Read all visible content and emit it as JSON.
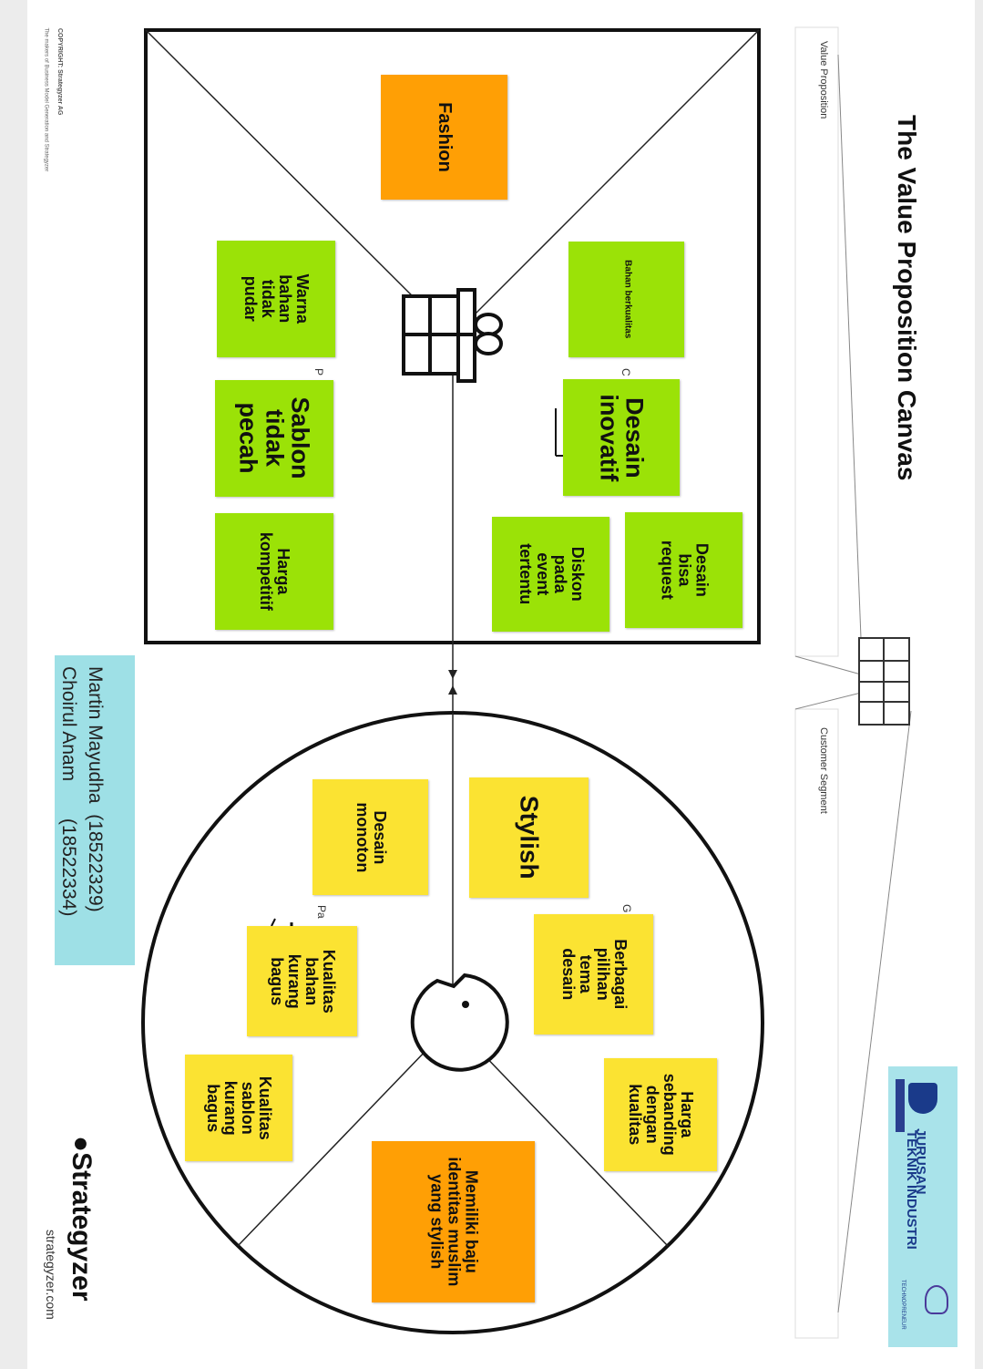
{
  "canvas": {
    "title": "The Value Proposition Canvas",
    "vp_label": "Value Proposition",
    "cs_label": "Customer Segment",
    "copyright_line1": "COPYRIGHT: Strategyzer AG",
    "copyright_line2": "The makers of Business Model Generation and Strategyzer",
    "brand": "Strategyzer",
    "brand_url": "strategyzer.com"
  },
  "logo": {
    "line1": "JURUSAN",
    "line2": "TEKNIK INDUSTRI",
    "small": "TECHNOPRENEUR"
  },
  "authors": {
    "line1": "Martin Mayudha  (18522329)",
    "line2": "Choirul Anam       (18522334)"
  },
  "value_map": {
    "products": [
      "Fashion"
    ],
    "gain_creators": [
      "Bahan berkualitas",
      "Desain inovatif",
      "Desain bisa request",
      "Diskon pada event tertentu"
    ],
    "pain_relievers": [
      "Warna bahan tidak pudar",
      "Sablon tidak pecah",
      "Harga kompetitif"
    ]
  },
  "customer_profile": {
    "gains": [
      "Stylish",
      "Berbagai pilihan tema desain",
      "Harga sebanding dengan kualitas"
    ],
    "pains": [
      "Desain monoton",
      "Kualitas bahan kurang bagus",
      "Kualitas sablon kurang bagus"
    ],
    "jobs": [
      "Memiliki baju identitas muslim yang stylish"
    ]
  },
  "colors": {
    "green_note": "#9be207",
    "yellow_note": "#fbe332",
    "orange_note": "#ff9f05",
    "author_box": "#9ee0e6",
    "logo_box": "#a9e3ea"
  }
}
